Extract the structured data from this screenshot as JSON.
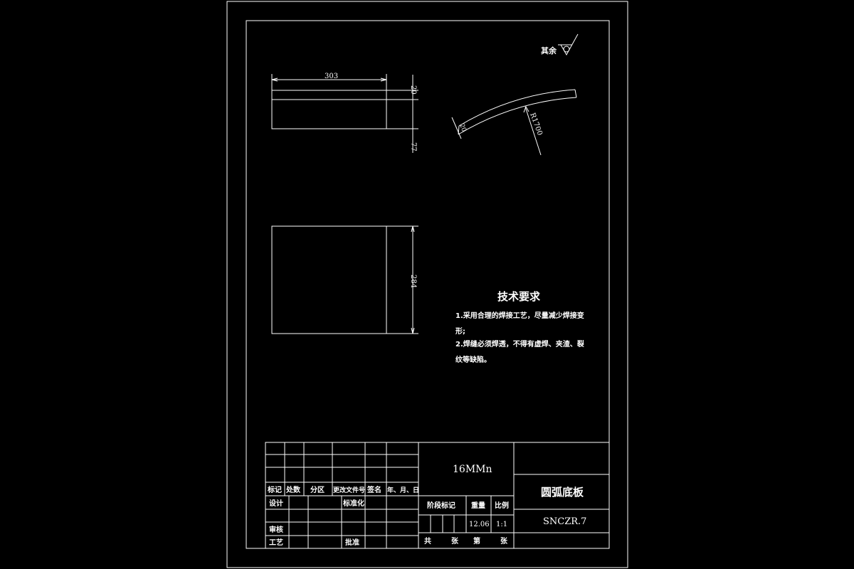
{
  "surface_roughness": {
    "label": "其余"
  },
  "dimensions": {
    "length": "303",
    "thickness": "20",
    "height": "77",
    "width": "284",
    "radius": "R1700",
    "small": "20"
  },
  "tech_requirements": {
    "title": "技术要求",
    "line1": "1.采用合理的焊接工艺，尽量减少焊接变",
    "line1b": "形;",
    "line2": "2.焊缝必须焊透，不得有虚焊、夹渣、裂",
    "line2b": "纹等缺陷。"
  },
  "title_block": {
    "material": "16MMn",
    "part_name": "圆弧底板",
    "drawing_no": "SNCZR.7",
    "headers": [
      "标记",
      "处数",
      "分区",
      "更改文件号",
      "签名",
      "年、月、日"
    ],
    "design": "设计",
    "standardization": "标准化",
    "review": "审核",
    "process": "工艺",
    "approve": "批准",
    "stage_mark": "阶段标记",
    "weight_label": "重量",
    "scale_label": "比例",
    "weight": "12.06",
    "scale": "1:1",
    "total": "共",
    "sheets1": "张",
    "page": "第",
    "sheets2": "张"
  }
}
